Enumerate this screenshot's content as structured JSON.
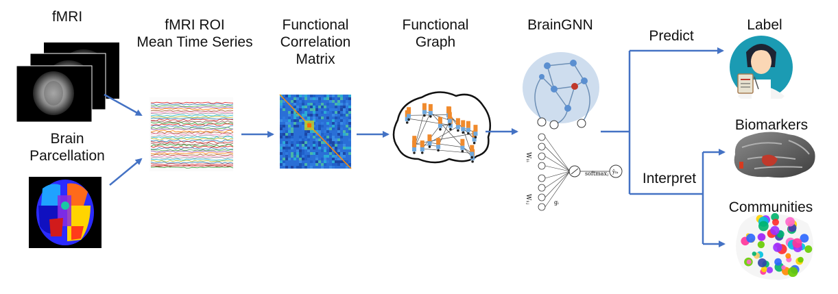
{
  "labels": {
    "fmri": "fMRI",
    "roi_line1": "fMRI ROI",
    "roi_line2": "Mean Time Series",
    "corr_line1": "Functional",
    "corr_line2": "Correlation",
    "corr_line3": "Matrix",
    "graph_line1": "Functional",
    "graph_line2": "Graph",
    "braingnn": "BrainGNN",
    "predict": "Predict",
    "interpret": "Interpret",
    "label": "Label",
    "biomarkers": "Biomarkers",
    "communities": "Communities",
    "parc_line1": "Brain",
    "parc_line2": "Parcellation"
  },
  "formula": {
    "w1": "W₁ᵢ",
    "w2": "W₁ⱼ",
    "softmax": "softmaxⱼ",
    "out": "ŷₗₖ",
    "g": "gᵢ"
  },
  "colors": {
    "arrow": "#4472c4",
    "brain_gray": "#9a9a9a",
    "matrix_blue": "#2a6fd6",
    "node_orange": "#f08a2c",
    "node_blue": "#6fa8dc",
    "gnn_fill": "#c9d9ec"
  }
}
